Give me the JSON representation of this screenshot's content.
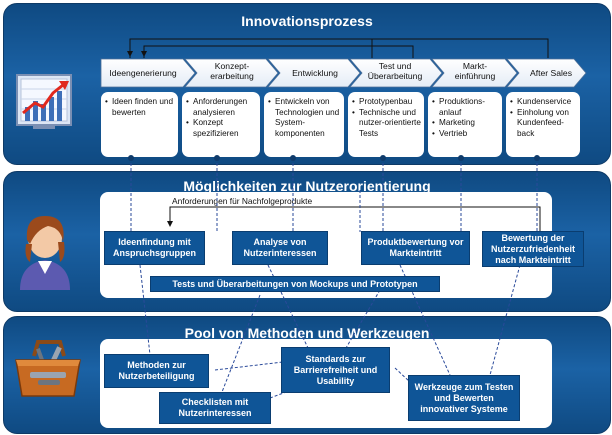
{
  "panels": [
    {
      "title": "Innovationsprozess"
    },
    {
      "title": "Möglichkeiten zur Nutzerorientierung"
    },
    {
      "title": "Pool von Methoden und Werkzeugen"
    }
  ],
  "steps": [
    {
      "label": "Ideengenerierung",
      "items": [
        "Ideen finden und bewerten"
      ]
    },
    {
      "label": "Konzept-\nerarbeitung",
      "items": [
        "Anforderungen analysieren",
        "Konzept spezifizieren"
      ]
    },
    {
      "label": "Entwicklung",
      "items": [
        "Entwickeln von Technologien und System-komponenten"
      ]
    },
    {
      "label": "Test und\nÜberarbeitung",
      "items": [
        "Prototypenbau",
        "Technische und nutzer-orientierte Tests"
      ]
    },
    {
      "label": "Markt-\neinführung",
      "items": [
        "Produktions-anlauf",
        "Marketing",
        "Vertrieb"
      ]
    },
    {
      "label": "After Sales",
      "items": [
        "Kundenservice",
        "Einholung von Kundenfeed-back"
      ]
    }
  ],
  "user_orientation": {
    "feedback_label": "Anforderungen für Nachfolgeprodukte",
    "boxes": [
      "Ideenfindung mit Anspruchsgruppen",
      "Analyse von Nutzerinteressen",
      "Produktbewertung vor Markteintritt",
      "Bewertung der Nutzerzufriedenheit nach Markteintritt"
    ],
    "tests_bar": "Tests und Überarbeitungen von Mockups und Prototypen"
  },
  "methods": [
    "Methoden zur Nutzerbeteiligung",
    "Checklisten mit Nutzerinteressen",
    "Standards zur Barrierefreiheit und Usability",
    "Werkzeuge zum Testen und Bewerten innovativer Systeme"
  ],
  "icons": [
    "chart-icon",
    "person-icon",
    "toolbox-icon"
  ]
}
